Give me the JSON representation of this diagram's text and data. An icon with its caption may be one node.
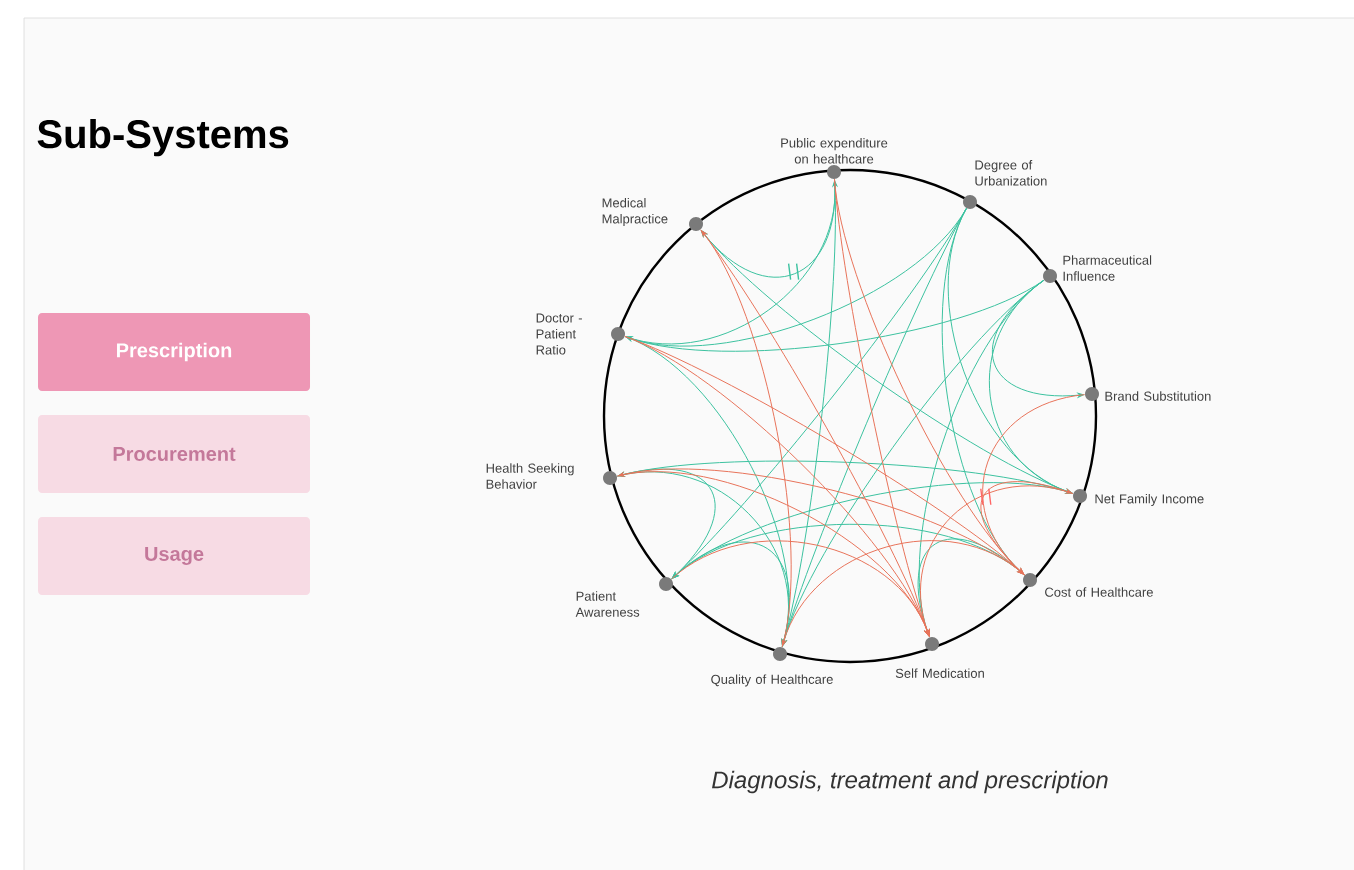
{
  "diagram": {
    "title": "Sub-Systems",
    "caption": "Diagnosis, treatment and prescription",
    "nodes": [
      {
        "text": [
          "Prescription"
        ]
      },
      {
        "text": [
          "Procurement"
        ]
      },
      {
        "text": [
          "Usage"
        ]
      },
      {
        "text": [
          "Public expenditure on healthcare"
        ]
      },
      {
        "text": [
          "Degree of Urbanization"
        ]
      },
      {
        "text": [
          "Pharmaceutical Influence"
        ]
      },
      {
        "text": [
          "Brand Substitution"
        ]
      },
      {
        "text": [
          "Net Family Income"
        ]
      },
      {
        "text": [
          "Cost of Healthcare"
        ]
      },
      {
        "text": [
          "Self Medication"
        ]
      },
      {
        "text": [
          "Quality of Healthcare"
        ]
      },
      {
        "text": [
          "Patient Awareness"
        ]
      },
      {
        "text": [
          "Health Seeking Behavior"
        ]
      },
      {
        "text": [
          "Doctor - Patient Ratio"
        ]
      },
      {
        "text": [
          "Medical Malpractice"
        ]
      }
    ],
    "edges": [
      {
        "from": 3,
        "to": 14,
        "arrow": "to"
      },
      {
        "from": 13,
        "to": 3,
        "arrow": "to"
      },
      {
        "from": 7,
        "to": 14,
        "arrow": "to"
      },
      {
        "from": 4,
        "to": 13,
        "arrow": "to"
      },
      {
        "from": 5,
        "to": 13,
        "arrow": "to"
      },
      {
        "from": 4,
        "to": 10,
        "arrow": "to"
      },
      {
        "from": 4,
        "to": 11,
        "arrow": "to"
      },
      {
        "from": 4,
        "to": 7,
        "arrow": "to"
      },
      {
        "from": 4,
        "to": 8,
        "arrow": "to"
      },
      {
        "from": 5,
        "to": 6,
        "arrow": "to"
      },
      {
        "from": 5,
        "to": 10,
        "arrow": "to"
      },
      {
        "from": 5,
        "to": 9,
        "arrow": "to"
      },
      {
        "from": 5,
        "to": 7,
        "arrow": "to"
      },
      {
        "from": 3,
        "to": 10,
        "arrow": "to"
      },
      {
        "from": 13,
        "to": 10,
        "arrow": "to"
      },
      {
        "from": 12,
        "to": 10,
        "arrow": "to"
      },
      {
        "from": 7,
        "to": 12,
        "arrow": "to"
      },
      {
        "from": 11,
        "to": 12,
        "arrow": "to"
      },
      {
        "from": 10,
        "to": 11,
        "arrow": "to"
      },
      {
        "from": 7,
        "to": 11,
        "arrow": "to"
      },
      {
        "from": 8,
        "to": 9,
        "arrow": "to"
      },
      {
        "from": 8,
        "to": 11,
        "arrow": "to"
      },
      {
        "from": 3,
        "to": 9,
        "arrow": "to",
        "color": "#e8735a"
      },
      {
        "from": 3,
        "to": 8,
        "arrow": "to",
        "color": "#e8735a"
      },
      {
        "from": 14,
        "to": 9,
        "arrow": "to",
        "color": "#e8735a"
      },
      {
        "from": 10,
        "to": 14,
        "arrow": "to",
        "color": "#e8735a"
      },
      {
        "from": 13,
        "to": 9,
        "arrow": "to",
        "color": "#e8735a"
      },
      {
        "from": 13,
        "to": 8,
        "arrow": "to",
        "color": "#e8735a"
      },
      {
        "from": 8,
        "to": 12,
        "arrow": "to",
        "color": "#e8735a"
      },
      {
        "from": 11,
        "to": 9,
        "arrow": "to",
        "color": "#e8735a"
      },
      {
        "from": 8,
        "to": 10,
        "arrow": "to",
        "color": "#e8735a"
      },
      {
        "from": 8,
        "to": 7,
        "arrow": "to",
        "color": "#e8735a"
      },
      {
        "from": 6,
        "to": 8,
        "arrow": "to",
        "color": "#e8735a"
      },
      {
        "from": 7,
        "to": 9,
        "arrow": "to",
        "color": "#e8735a"
      },
      {
        "from": 12,
        "to": 9,
        "arrow": "to",
        "color": "#e8735a"
      }
    ]
  }
}
